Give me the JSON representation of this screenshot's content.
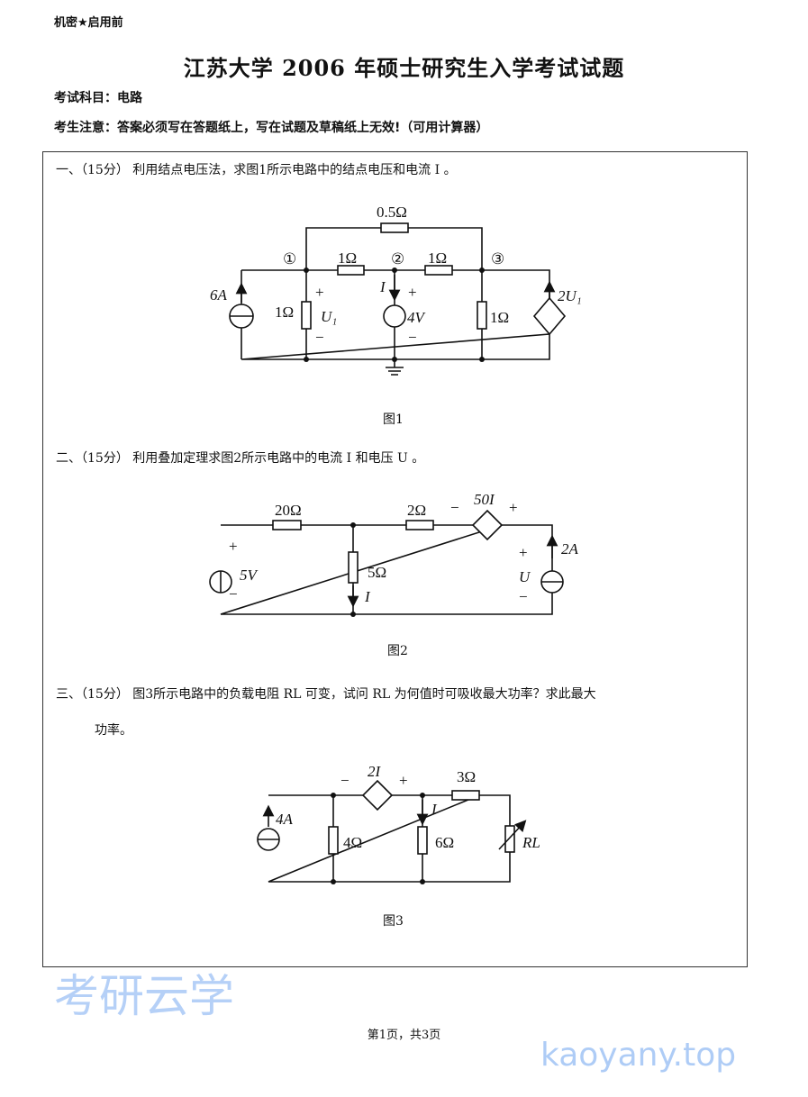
{
  "header": {
    "secret": "机密★启用前",
    "title": "江苏大学 2006 年硕士研究生入学考试试题",
    "subject": "考试科目：电路",
    "notice": "考生注意：答案必须写在答题纸上，写在试题及草稿纸上无效!（可用计算器）"
  },
  "questions": [
    {
      "text": "一、（15分）  利用结点电压法，求图1所示电路中的结点电压和电流  I  。",
      "caption": "图1"
    },
    {
      "text": "二、（15分）  利用叠加定理求图2所示电路中的电流  I  和电压  U  。",
      "caption": "图2"
    },
    {
      "text": "三、（15分）  图3所示电路中的负载电阻 RL 可变，试问 RL 为何值时可吸收最大功率？求此最大",
      "text2": "功率。",
      "caption": "图3"
    }
  ],
  "fig1": {
    "r_top": "0.5Ω",
    "n1": "①",
    "n2": "②",
    "n3": "③",
    "r12": "1Ω",
    "r23": "1Ω",
    "src": "6A",
    "r1": "1Ω",
    "plus": "+",
    "minus": "−",
    "u1": "U₁",
    "i": "I",
    "v": "4V",
    "r3": "1Ω",
    "dep": "2U₁"
  },
  "fig2": {
    "r1": "20Ω",
    "r2": "2Ω",
    "dep": "50I",
    "plus": "+",
    "minus": "−",
    "v": "5V",
    "r5": "5Ω",
    "i": "I",
    "u": "U",
    "a": "2A"
  },
  "fig3": {
    "dep": "2I",
    "plus": "+",
    "minus": "−",
    "r3": "3Ω",
    "a": "4A",
    "r4": "4Ω",
    "i": "I",
    "r6": "6Ω",
    "rl": "RL"
  },
  "watermark": {
    "text": "考研云学",
    "url": "kaoyany.top"
  },
  "footer": "第1页，共3页"
}
